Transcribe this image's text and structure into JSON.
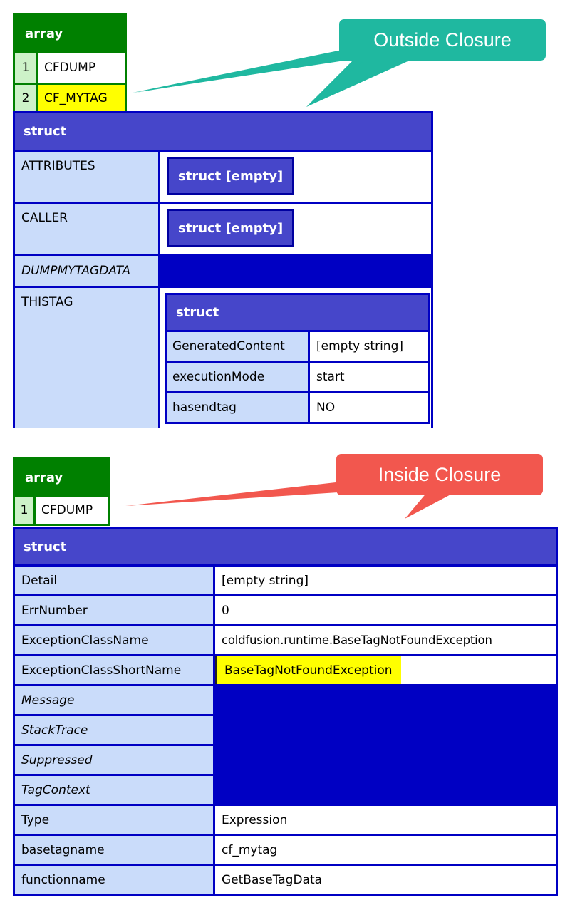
{
  "outside": {
    "callout": "Outside Closure",
    "array": {
      "header": "array",
      "items": [
        {
          "index": "1",
          "value": "CFDUMP"
        },
        {
          "index": "2",
          "value": "CF_MYTAG"
        }
      ]
    },
    "struct": {
      "header": "struct",
      "attributes_key": "ATTRIBUTES",
      "attributes_val": "struct [empty]",
      "caller_key": "CALLER",
      "caller_val": "struct [empty]",
      "dump_key": "DUMPMYTAGDATA",
      "thistag_key": "THISTAG",
      "thistag": {
        "header": "struct",
        "rows": [
          {
            "key": "GeneratedContent",
            "value": "[empty string]"
          },
          {
            "key": "executionMode",
            "value": "start"
          },
          {
            "key": "hasendtag",
            "value": "NO"
          }
        ]
      }
    }
  },
  "inside": {
    "callout": "Inside Closure",
    "array": {
      "header": "array",
      "items": [
        {
          "index": "1",
          "value": "CFDUMP"
        }
      ]
    },
    "struct": {
      "header": "struct",
      "rows": [
        {
          "key": "Detail",
          "value": "[empty string]"
        },
        {
          "key": "ErrNumber",
          "value": "0"
        },
        {
          "key": "ExceptionClassName",
          "value": "coldfusion.runtime.BaseTagNotFoundException"
        },
        {
          "key": "ExceptionClassShortName",
          "value": "BaseTagNotFoundException"
        },
        {
          "key": "Message",
          "value": ""
        },
        {
          "key": "StackTrace",
          "value": ""
        },
        {
          "key": "Suppressed",
          "value": ""
        },
        {
          "key": "TagContext",
          "value": ""
        },
        {
          "key": "Type",
          "value": "Expression"
        },
        {
          "key": "basetagname",
          "value": "cf_mytag"
        },
        {
          "key": "functionname",
          "value": "GetBaseTagData"
        }
      ]
    }
  },
  "colors": {
    "array_green": "#008000",
    "struct_blue": "#0000c3",
    "struct_header": "#4646ca",
    "key_bg": "#cadcfa",
    "highlight": "#ffff00",
    "outside_callout": "#1fb8a0",
    "inside_callout": "#f2574e"
  }
}
